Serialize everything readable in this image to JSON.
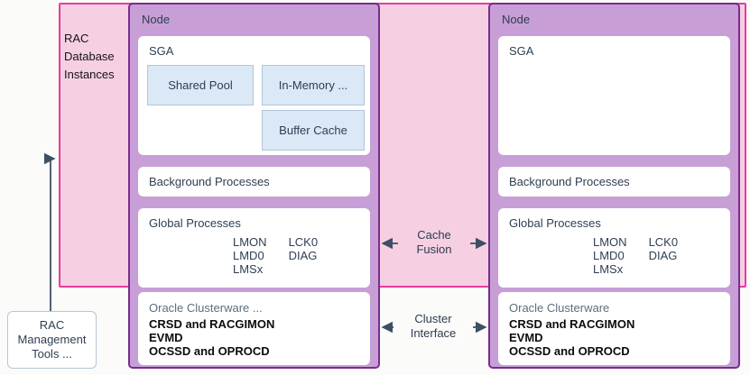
{
  "colors": {
    "pink_fill": "#f6d0e2",
    "pink_border": "#e63ca0",
    "node_fill": "#c79fd6",
    "node_border": "#7b2b8e",
    "blue_block_fill": "#dbe8f5",
    "blue_block_border": "#b0c6db",
    "label_text": "#2e3f52",
    "muted_text": "#5d6e80",
    "arrow": "#3d4f63"
  },
  "background_group": {
    "label": "RAC\nDatabase\nInstances"
  },
  "nodes": [
    {
      "title": "Node",
      "sga": {
        "title": "SGA",
        "blocks": [
          "Shared Pool",
          "In-Memory ...",
          "Buffer Cache"
        ]
      },
      "background_processes_label": "Background Processes",
      "global_processes": {
        "title": "Global Processes",
        "column1": "LMON\nLMD0\nLMSx",
        "column2": "LCK0\nDIAG"
      },
      "clusterware": {
        "title": "Oracle Clusterware ...",
        "processes": "CRSD and RACGIMON\nEVMD\nOCSSD and OPROCD"
      }
    },
    {
      "title": "Node",
      "sga": {
        "title": "SGA",
        "blocks": []
      },
      "background_processes_label": "Background Processes",
      "global_processes": {
        "title": "Global Processes",
        "column1": "LMON\nLMD0\nLMSx",
        "column2": "LCK0\nDIAG"
      },
      "clusterware": {
        "title": "Oracle Clusterware",
        "processes": "CRSD and RACGIMON\nEVMD\nOCSSD and OPROCD"
      }
    }
  ],
  "connectors": {
    "cache_fusion_label": "Cache\nFusion",
    "cluster_interface_label": "Cluster\nInterface"
  },
  "management_tools": {
    "label": "RAC\nManagement\nTools ..."
  }
}
